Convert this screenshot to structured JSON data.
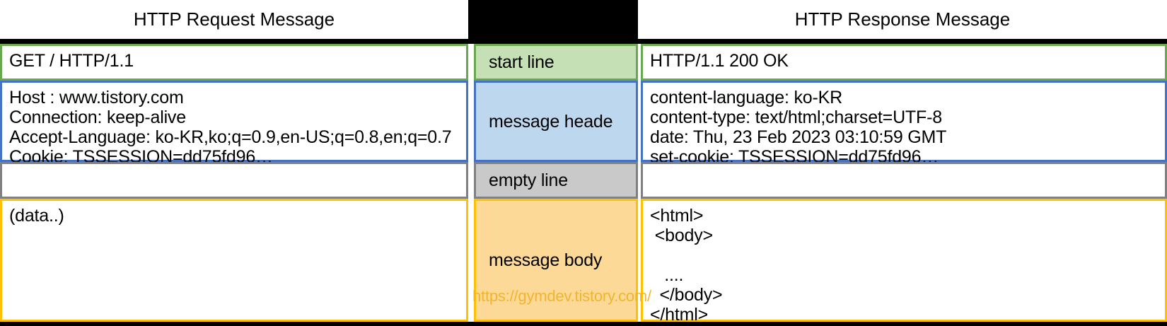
{
  "header": {
    "left_title": "HTTP Request Message",
    "middle_title": "",
    "right_title": "HTTP Response Message"
  },
  "labels": {
    "start_line": "start line",
    "message_header": "message heade",
    "empty_line": "empty line",
    "message_body": "message body"
  },
  "request": {
    "start_line": "GET / HTTP/1.1",
    "headers": "Host : www.tistory.com\nConnection: keep-alive\nAccept-Language: ko-KR,ko;q=0.9,en-US;q=0.8,en;q=0.7\nCookie: TSSESSION=dd75fd96…",
    "empty_line": "",
    "body": "(data..)"
  },
  "response": {
    "start_line": "HTTP/1.1 200 OK",
    "headers": "content-language: ko-KR\ncontent-type: text/html;charset=UTF-8\ndate: Thu, 23 Feb 2023 03:10:59 GMT\nset-cookie: TSSESSION=dd75fd96…",
    "empty_line": "",
    "body": "<html>\n <body>\n\n   ....\n  </body>\n</html>"
  },
  "watermark": {
    "url": "https://gymdev.tistory.com/"
  },
  "colors": {
    "start_line_fill": "#c5e0b4",
    "start_line_border": "#6aa84f",
    "header_fill": "#bdd7ee",
    "header_border": "#4472c4",
    "empty_fill": "#c9c9c9",
    "empty_border": "#808080",
    "body_fill": "#fcd997",
    "body_border": "#ffc000",
    "divider": "#000000",
    "watermark_text": "#f0b323"
  }
}
